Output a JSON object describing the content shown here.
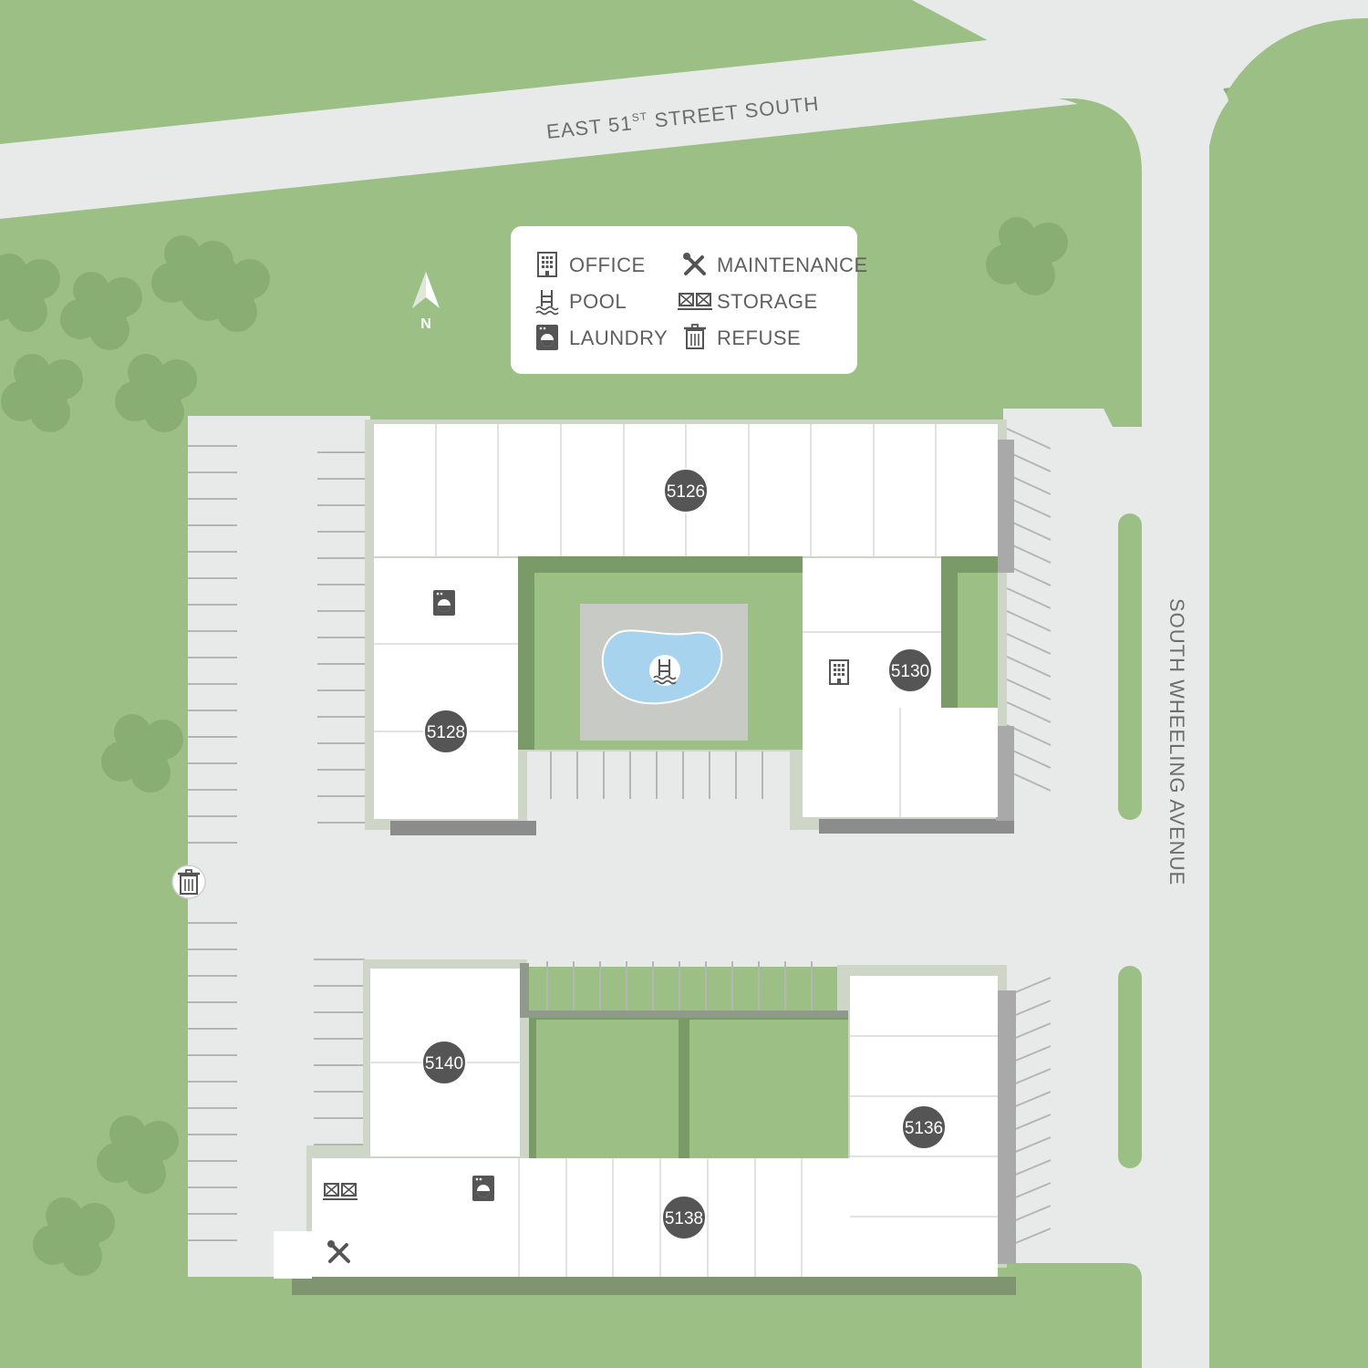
{
  "streets": {
    "north": {
      "prefix": "EAST 51",
      "suffix": "ST",
      "rest": " STREET SOUTH"
    },
    "east": "SOUTH WHEELING AVENUE"
  },
  "compass": {
    "label": "N"
  },
  "legend": [
    {
      "icon": "office-icon",
      "label": "OFFICE"
    },
    {
      "icon": "maintenance-icon",
      "label": "MAINTENANCE"
    },
    {
      "icon": "pool-icon",
      "label": "POOL"
    },
    {
      "icon": "storage-icon",
      "label": "STORAGE"
    },
    {
      "icon": "laundry-icon",
      "label": "LAUNDRY"
    },
    {
      "icon": "refuse-icon",
      "label": "REFUSE"
    }
  ],
  "buildings": [
    {
      "id": "5126",
      "label": "5126"
    },
    {
      "id": "5128",
      "label": "5128"
    },
    {
      "id": "5130",
      "label": "5130"
    },
    {
      "id": "5140",
      "label": "5140"
    },
    {
      "id": "5136",
      "label": "5136"
    },
    {
      "id": "5138",
      "label": "5138"
    }
  ],
  "colors": {
    "grass": "#9cbf85",
    "grass_dark": "#7a9a68",
    "road": "#e8eae9",
    "building": "#ffffff",
    "marker": "#555555",
    "pool_water": "#a8d3ef",
    "tree": "#89ae73"
  }
}
